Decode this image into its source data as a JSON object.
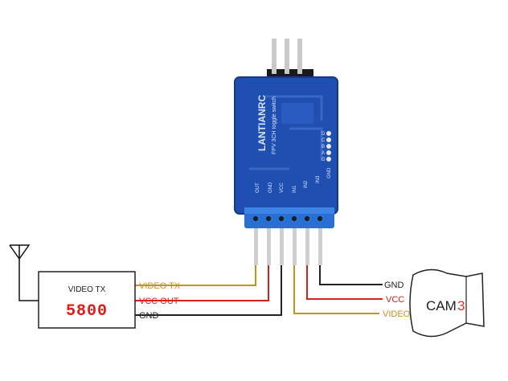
{
  "board": {
    "brand": "LANTIANRC",
    "subtitle": "FPV 3CH toggle switch",
    "side_pins": [
      "D",
      "C",
      "B",
      "A",
      "G"
    ],
    "header_labels": [
      "OUT",
      "GND",
      "VCC",
      "IN1",
      "IN2",
      "IN3",
      "GND"
    ],
    "colors": {
      "pcb": "#1f4fb0",
      "pcb_dark": "#17398a",
      "header": "#2a6fd4",
      "pin": "#cfcfcf"
    }
  },
  "transmitter": {
    "title": "VIDEO TX",
    "display": "5800",
    "colors": {
      "display": "#e01818"
    }
  },
  "tx_wires": [
    {
      "label": "VIDEO TX",
      "color": "#c8911e"
    },
    {
      "label": "VCC OUT",
      "color": "#d6201e"
    },
    {
      "label": "GND",
      "color": "#222222"
    }
  ],
  "cam_wires": [
    {
      "label": "GND",
      "color": "#222222"
    },
    {
      "label": "VCC",
      "color": "#d6201e"
    },
    {
      "label": "VIDEO",
      "color": "#c8911e"
    }
  ],
  "camera": {
    "label": "CAM",
    "number": "3",
    "colors": {
      "number": "#e0302a"
    }
  }
}
